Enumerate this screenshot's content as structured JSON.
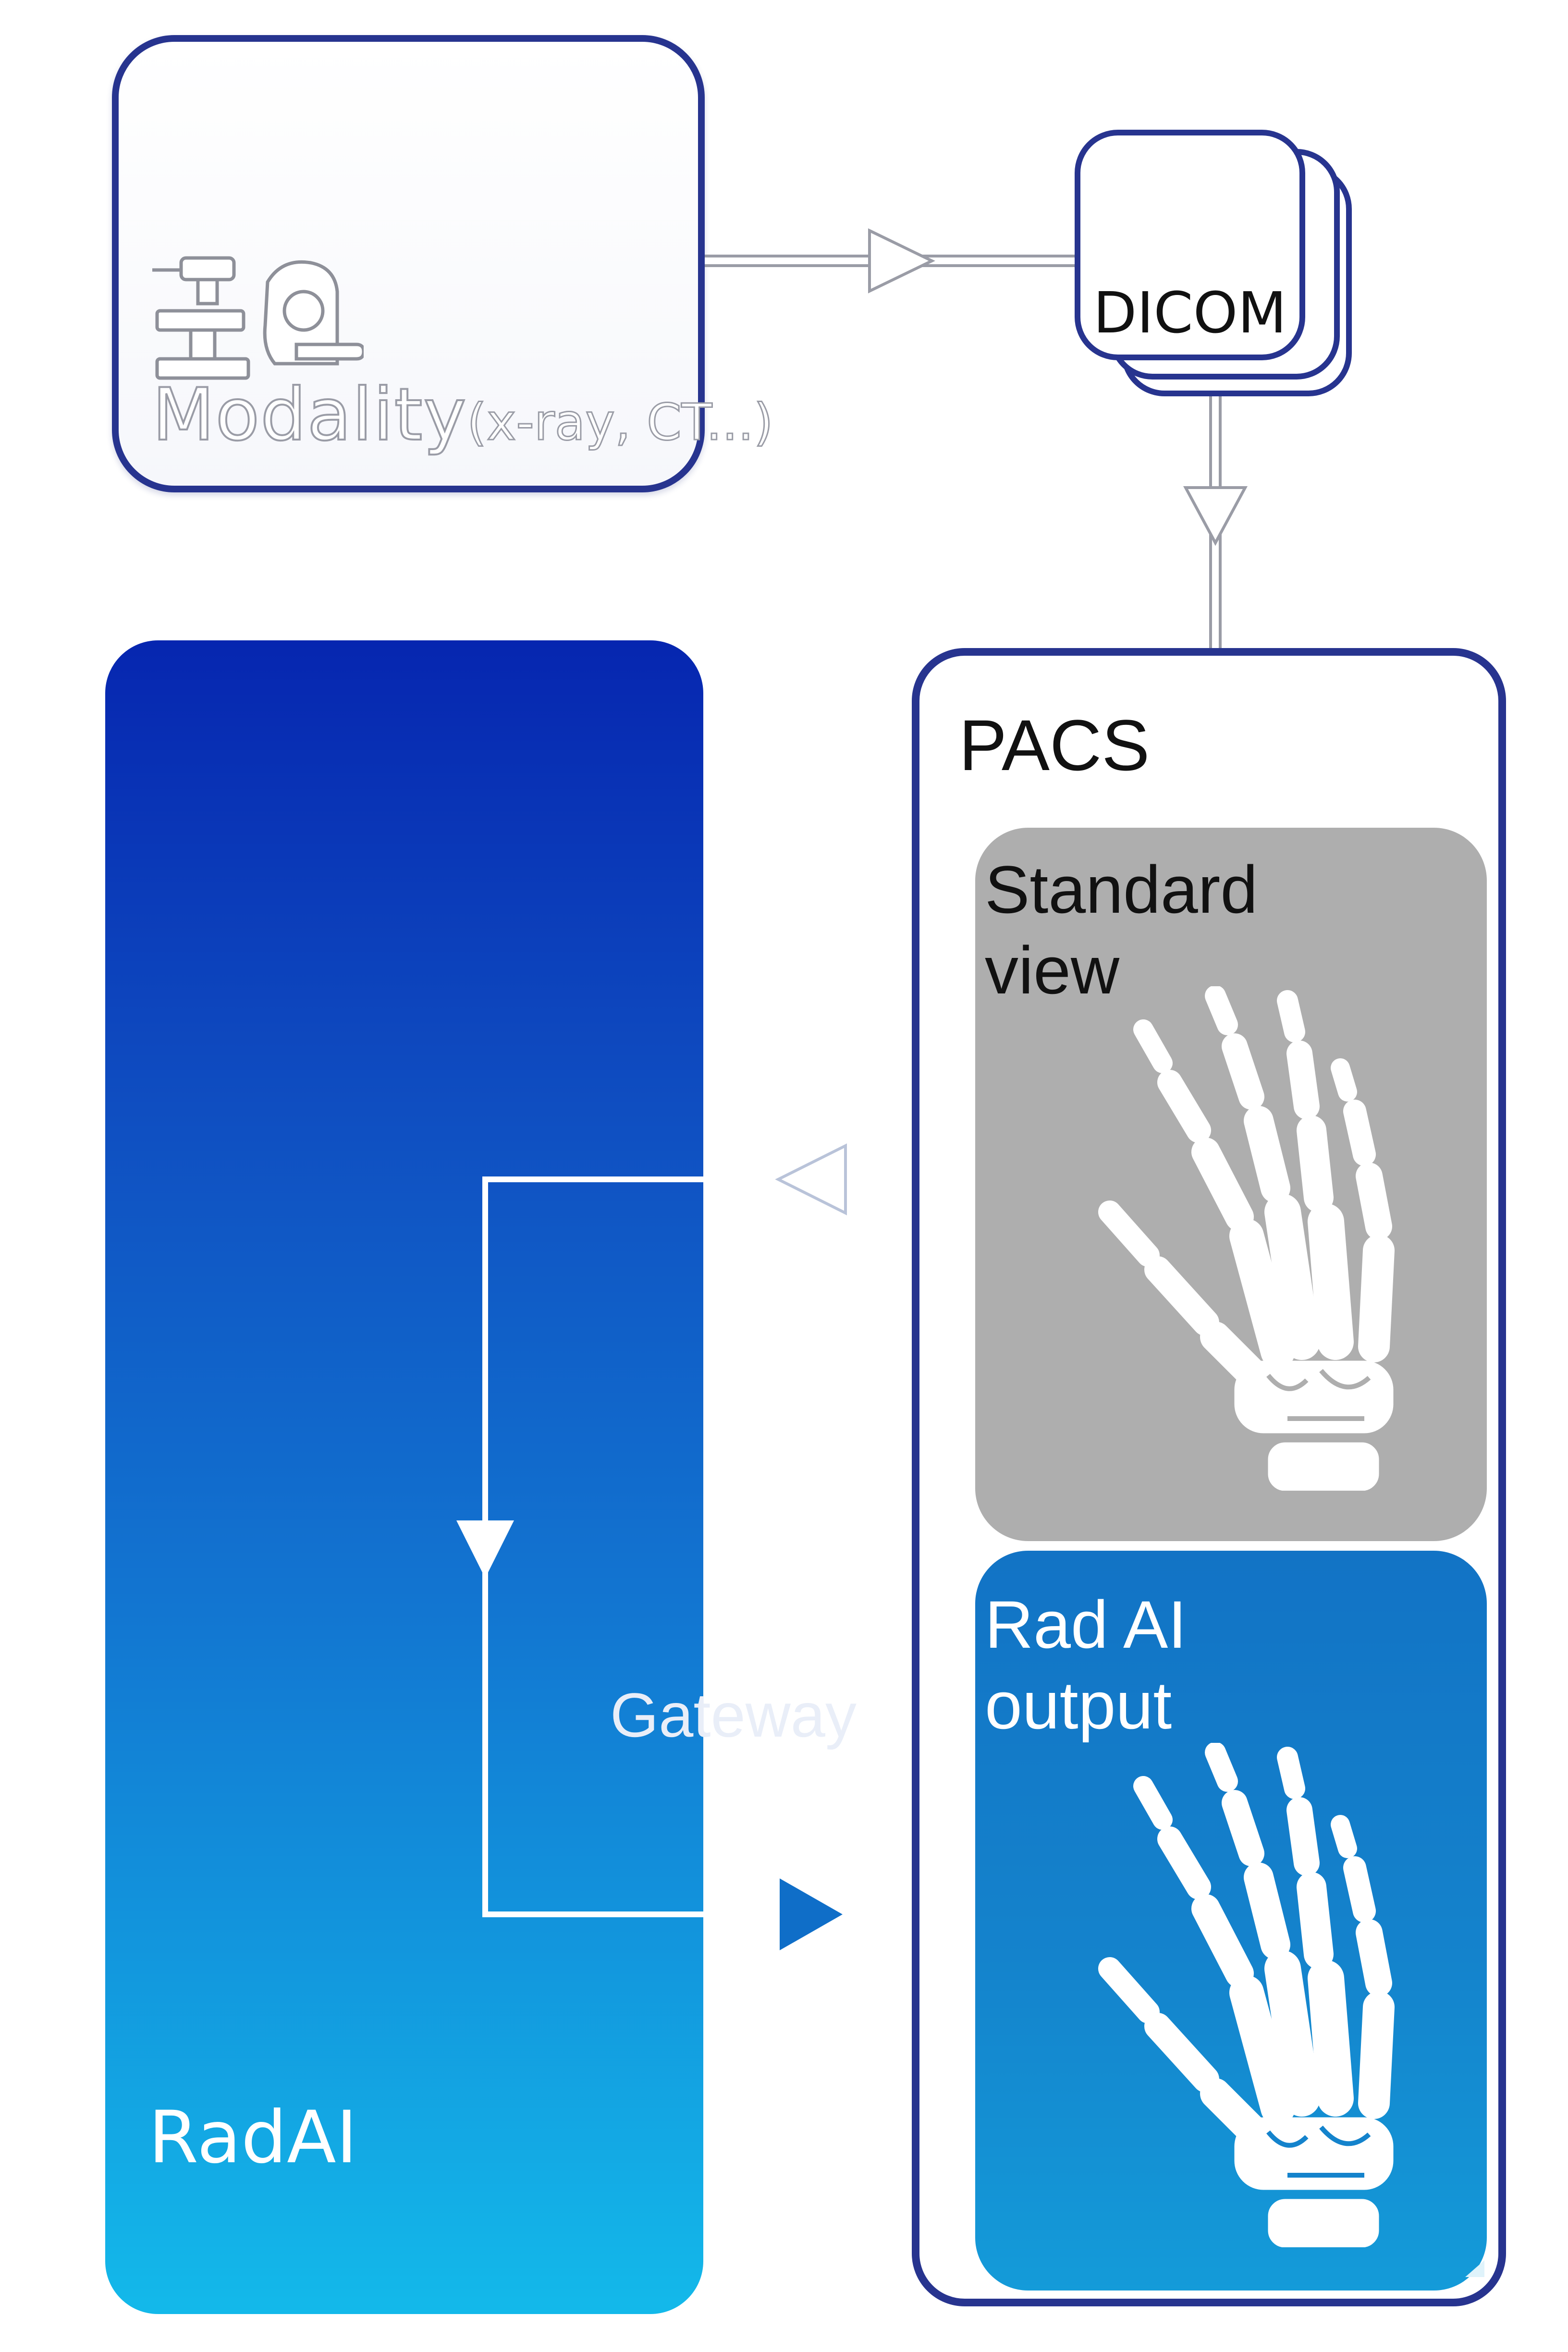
{
  "modality": {
    "label": "Modality",
    "sublabel": "(x-ray, CT...)"
  },
  "dicom": {
    "label": "DICOM"
  },
  "pacs": {
    "label": "PACS",
    "standard_view_lines": [
      "Standard",
      "view"
    ],
    "rad_ai_output_lines": [
      "Rad AI",
      "output"
    ]
  },
  "radai": {
    "label": "RadAI"
  },
  "gateway": {
    "label": "Gateway"
  },
  "colors": {
    "border": "#27348f",
    "radai_top": "#0626b0",
    "radai_bottom": "#13b9ea",
    "standard_panel": "#aeaeae",
    "output_panel": "#1483cc",
    "connector": "#ffffff"
  },
  "icons": [
    "x-ray-machine-icon",
    "ct-scanner-icon",
    "hand-x-ray-icon"
  ]
}
